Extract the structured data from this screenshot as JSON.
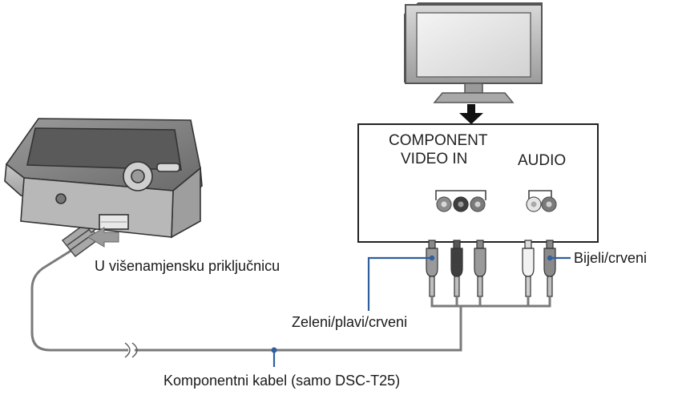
{
  "panel": {
    "component_label_line1": "COMPONENT",
    "component_label_line2": "VIDEO IN",
    "audio_label": "AUDIO"
  },
  "callouts": {
    "multi_connector": "U višenamjensku priključnicu",
    "audio_plugs": "Bijeli/crveni",
    "video_plugs": "Zeleni/plavi/crveni",
    "cable": "Komponentni kabel (samo DSC-T25)"
  },
  "colors": {
    "line": "#3a3a3a",
    "callout_line": "#2f5f9e",
    "arrow": "#111111",
    "jack_green": "#8c8c8c",
    "jack_blue": "#3f3f3f",
    "jack_red": "#7a7a7a",
    "jack_white": "#e6e6e6"
  },
  "icons": [
    "tv-icon",
    "camera-icon",
    "down-arrow-icon",
    "plug-arrow-icon"
  ]
}
